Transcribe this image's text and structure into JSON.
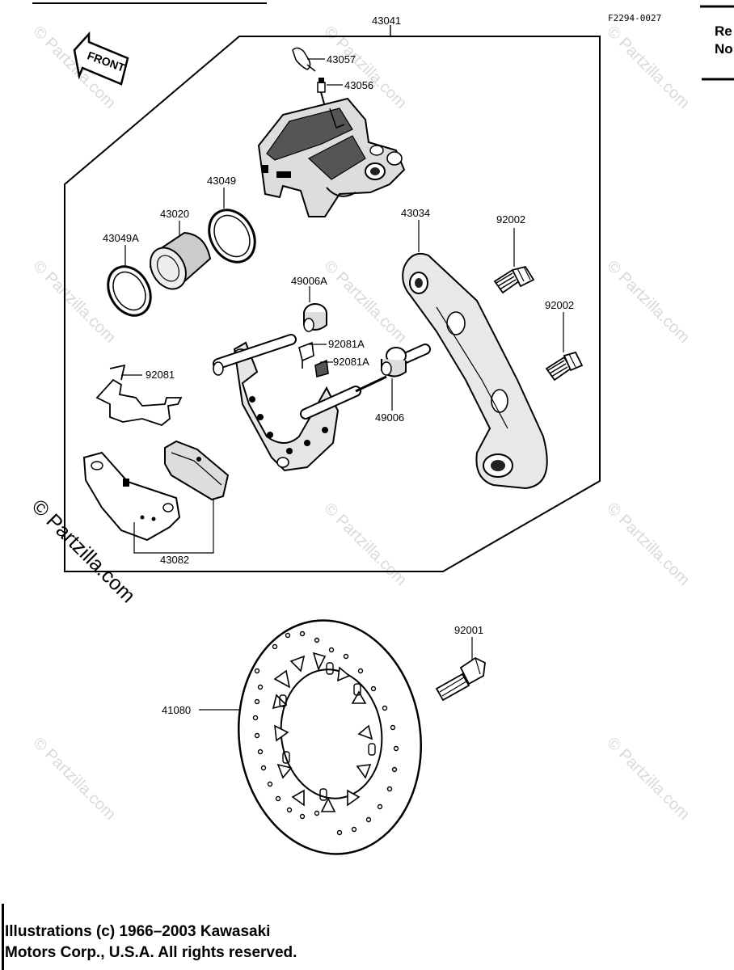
{
  "figure_code": "F2294-0027",
  "front_label": "FRONT",
  "parts": {
    "p43041": "43041",
    "p43057": "43057",
    "p43056": "43056",
    "p43049": "43049",
    "p43020": "43020",
    "p43049A": "43049A",
    "p43034": "43034",
    "p92002a": "92002",
    "p92002b": "92002",
    "p49006A": "49006A",
    "p92081A_1": "92081A",
    "p92081A_2": "92081A",
    "p92081": "92081",
    "p49006": "49006",
    "p43082": "43082",
    "p92001": "92001",
    "p41080": "41080"
  },
  "side_text": {
    "line1": "Re",
    "line2": "No"
  },
  "watermark": "© Partzilla.com",
  "copyright": {
    "line1": "Illustrations (c) 1966–2003 Kawasaki",
    "line2": "Motors Corp., U.S.A.  All rights reserved."
  }
}
